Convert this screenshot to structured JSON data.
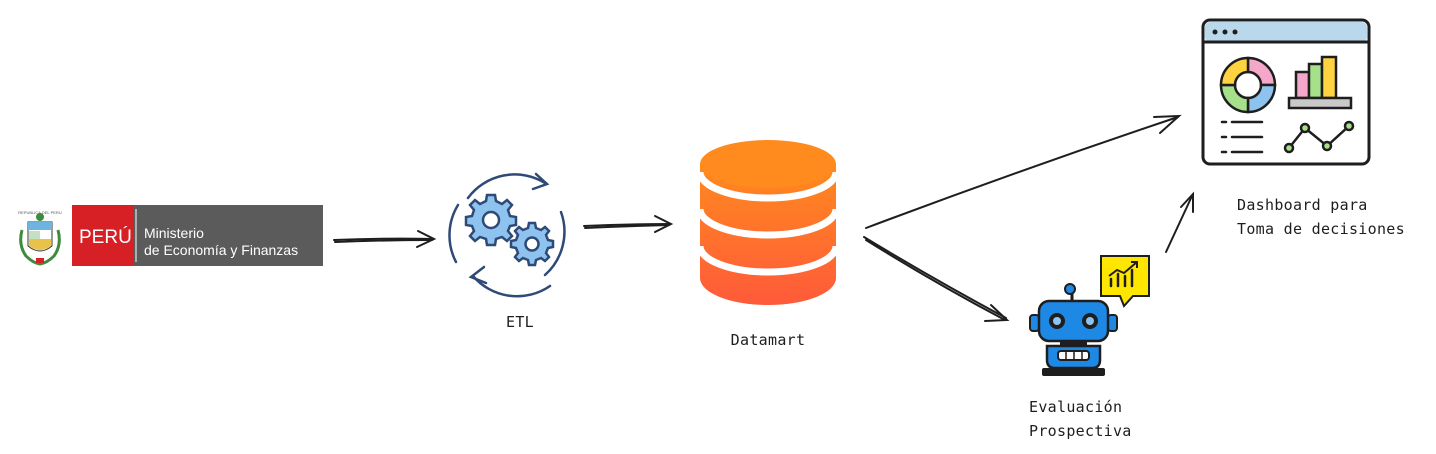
{
  "logo": {
    "seal_text": "REPUBLICA DEL PERU",
    "country": "PERÚ",
    "ministry_line1": "Ministerio",
    "ministry_line2": "de Economía y Finanzas",
    "colors": {
      "red": "#d71f26",
      "gray": "#5b5b5b"
    }
  },
  "nodes": {
    "etl": {
      "label": "ETL",
      "icon": "gears-cycle-icon",
      "colors": {
        "stroke": "#2f4a77",
        "fill": "#8ec3f0"
      }
    },
    "datamart": {
      "label": "Datamart",
      "icon": "database-icon",
      "colors": {
        "top": "#ff8a1e",
        "bottom": "#ff5a3a"
      }
    },
    "dashboard": {
      "label_line1": "Dashboard para",
      "label_line2": "Toma de decisiones",
      "icon": "dashboard-icon"
    },
    "evaluation": {
      "label_line1": "Evaluación",
      "label_line2": "Prospectiva",
      "icon": "robot-chart-icon",
      "colors": {
        "robot": "#1e88e5",
        "bubble": "#ffe600"
      }
    }
  },
  "edges": [
    {
      "from": "logo",
      "to": "etl"
    },
    {
      "from": "etl",
      "to": "datamart"
    },
    {
      "from": "datamart",
      "to": "dashboard"
    },
    {
      "from": "datamart",
      "to": "evaluation"
    },
    {
      "from": "evaluation",
      "to": "dashboard"
    }
  ]
}
